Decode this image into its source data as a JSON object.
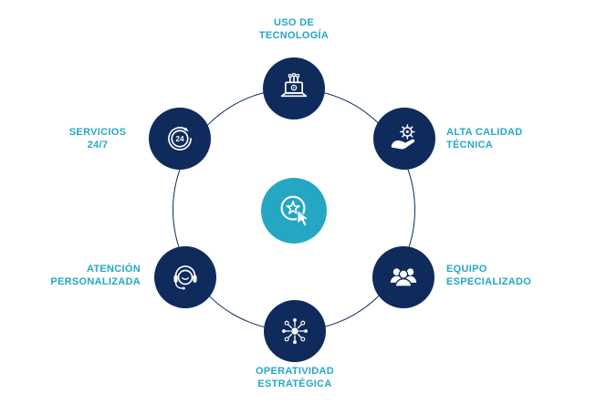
{
  "diagram": {
    "name": "service-features-circle",
    "colors": {
      "navy": "#0e2b5c",
      "teal": "#25a7c4",
      "background": "#ffffff"
    },
    "center": {
      "icon": "star-badge-cursor-icon"
    },
    "nodes": [
      {
        "id": "uso-de-tecnologia",
        "position": "top",
        "icon": "laptop-circuit-icon",
        "label_lines": [
          "USO DE",
          "TECNOLOGÍA"
        ]
      },
      {
        "id": "alta-calidad-tecnica",
        "position": "top-right",
        "icon": "hand-gear-icon",
        "label_lines": [
          "ALTA CALIDAD",
          "TÉCNICA"
        ]
      },
      {
        "id": "equipo-especializado",
        "position": "bottom-right",
        "icon": "team-icon",
        "label_lines": [
          "EQUIPO",
          "ESPECIALIZADO"
        ]
      },
      {
        "id": "operatividad-estrategica",
        "position": "bottom",
        "icon": "network-icon",
        "label_lines": [
          "OPERATIVIDAD",
          "ESTRATÉGICA"
        ]
      },
      {
        "id": "atencion-personalizada",
        "position": "bottom-left",
        "icon": "headset-icon",
        "label_lines": [
          "ATENCIÓN",
          "PERSONALIZADA"
        ]
      },
      {
        "id": "servicios-24-7",
        "position": "top-left",
        "icon": "clock-24-icon",
        "label_lines": [
          "SERVICIOS",
          "24/7"
        ]
      }
    ],
    "clock_text": "24"
  }
}
